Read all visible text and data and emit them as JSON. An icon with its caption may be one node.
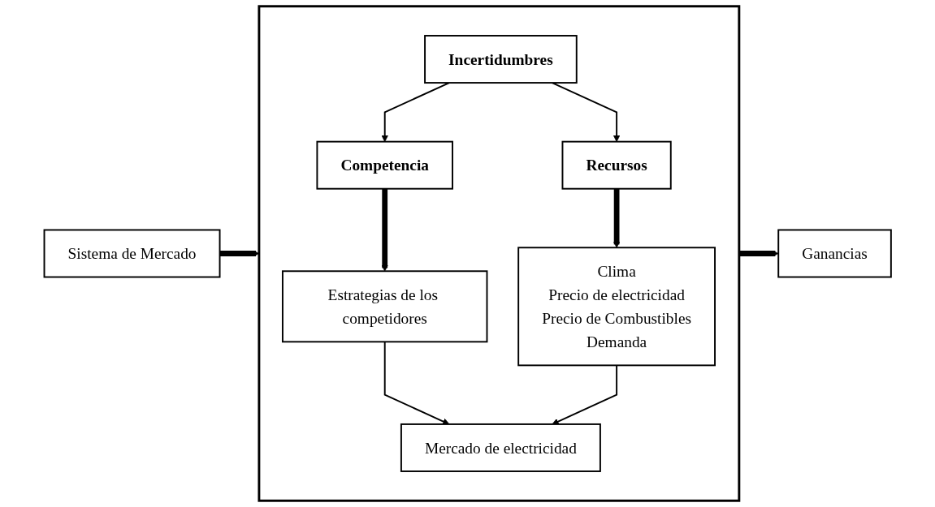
{
  "diagram": {
    "nodes": [
      {
        "text": [
          "Sistema de Mercado"
        ]
      },
      {
        "text": [],
        "shape": "box"
      },
      {
        "text": [
          "Incertidumbres"
        ],
        "in": 1
      },
      {
        "text": [
          "Competencia"
        ],
        "in": 1
      },
      {
        "text": [
          "Recursos"
        ],
        "in": 1
      },
      {
        "text": [
          "Estrategias de los competidores"
        ],
        "in": 1
      },
      {
        "text": [
          "Clima",
          "Precio de electricidad",
          "Precio de Combustibles",
          "Demanda"
        ],
        "in": 1
      },
      {
        "text": [
          "Mercado de electricidad"
        ],
        "in": 1
      },
      {
        "text": [
          "Ganancias"
        ]
      }
    ],
    "edges": [
      {
        "from": 0,
        "to": 1,
        "arrow": "to",
        "style": "thick"
      },
      {
        "from": 2,
        "to": 3,
        "arrow": "to"
      },
      {
        "from": 2,
        "to": 4,
        "arrow": "to"
      },
      {
        "from": 3,
        "to": 5,
        "arrow": "to",
        "style": "thick"
      },
      {
        "from": 4,
        "to": 6,
        "arrow": "to",
        "style": "thick"
      },
      {
        "from": 5,
        "to": 7,
        "arrow": "to"
      },
      {
        "from": 6,
        "to": 7,
        "arrow": "to"
      },
      {
        "from": 1,
        "to": 8,
        "arrow": "to",
        "style": "thick"
      }
    ]
  }
}
